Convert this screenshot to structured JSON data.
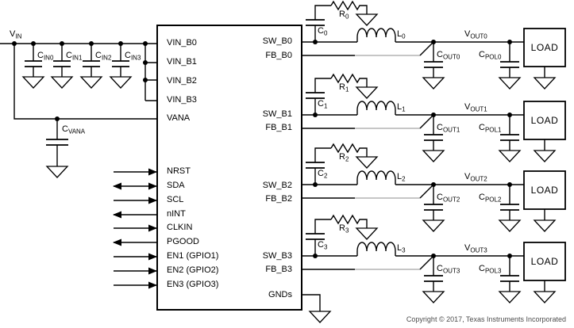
{
  "power_input": {
    "vin_label": {
      "base": "V",
      "sub": "IN"
    },
    "input_caps": [
      {
        "base": "C",
        "sub": "IN0"
      },
      {
        "base": "C",
        "sub": "IN1"
      },
      {
        "base": "C",
        "sub": "IN2"
      },
      {
        "base": "C",
        "sub": "IN3"
      }
    ],
    "vana_cap": {
      "base": "C",
      "sub": "VANA"
    }
  },
  "ic": {
    "left_pins": [
      {
        "label": "VIN_B0",
        "direction": "none"
      },
      {
        "label": "VIN_B1",
        "direction": "none"
      },
      {
        "label": "VIN_B2",
        "direction": "none"
      },
      {
        "label": "VIN_B3",
        "direction": "none"
      },
      {
        "label": "VANA",
        "direction": "none"
      },
      {
        "label": "NRST",
        "direction": "input"
      },
      {
        "label": "SDA",
        "direction": "bidirectional"
      },
      {
        "label": "SCL",
        "direction": "input"
      },
      {
        "label": "nINT",
        "direction": "output"
      },
      {
        "label": "CLKIN",
        "direction": "input"
      },
      {
        "label": "PGOOD",
        "direction": "output"
      },
      {
        "label": "EN1 (GPIO1)",
        "direction": "input"
      },
      {
        "label": "EN2 (GPIO2)",
        "direction": "input"
      },
      {
        "label": "EN3 (GPIO3)",
        "direction": "input"
      }
    ],
    "right_pins": [
      {
        "label": "SW_B0"
      },
      {
        "label": "FB_B0"
      },
      {
        "label": "SW_B1"
      },
      {
        "label": "FB_B1"
      },
      {
        "label": "SW_B2"
      },
      {
        "label": "FB_B2"
      },
      {
        "label": "SW_B3"
      },
      {
        "label": "FB_B3"
      },
      {
        "label": "GNDs"
      }
    ]
  },
  "channels": [
    {
      "snubber_r": {
        "base": "R",
        "sub": "0"
      },
      "snubber_c": {
        "base": "C",
        "sub": "0"
      },
      "inductor": {
        "base": "L",
        "sub": "0"
      },
      "vout": {
        "base": "V",
        "sub": "OUT0"
      },
      "cout": {
        "base": "C",
        "sub": "OUT0"
      },
      "cpol": {
        "base": "C",
        "sub": "POL0"
      },
      "load_label": "LOAD"
    },
    {
      "snubber_r": {
        "base": "R",
        "sub": "1"
      },
      "snubber_c": {
        "base": "C",
        "sub": "1"
      },
      "inductor": {
        "base": "L",
        "sub": "1"
      },
      "vout": {
        "base": "V",
        "sub": "OUT1"
      },
      "cout": {
        "base": "C",
        "sub": "OUT1"
      },
      "cpol": {
        "base": "C",
        "sub": "POL1"
      },
      "load_label": "LOAD"
    },
    {
      "snubber_r": {
        "base": "R",
        "sub": "2"
      },
      "snubber_c": {
        "base": "C",
        "sub": "2"
      },
      "inductor": {
        "base": "L",
        "sub": "2"
      },
      "vout": {
        "base": "V",
        "sub": "OUT2"
      },
      "cout": {
        "base": "C",
        "sub": "OUT2"
      },
      "cpol": {
        "base": "C",
        "sub": "POL2"
      },
      "load_label": "LOAD"
    },
    {
      "snubber_r": {
        "base": "R",
        "sub": "3"
      },
      "snubber_c": {
        "base": "C",
        "sub": "3"
      },
      "inductor": {
        "base": "L",
        "sub": "3"
      },
      "vout": {
        "base": "V",
        "sub": "OUT3"
      },
      "cout": {
        "base": "C",
        "sub": "OUT3"
      },
      "cpol": {
        "base": "C",
        "sub": "POL3"
      },
      "load_label": "LOAD"
    }
  ],
  "footer": {
    "copyright": "Copyright © 2017, Texas Instruments Incorporated"
  },
  "colors": {
    "wire": "#000000",
    "text": "#000000",
    "copyright_text": "#4d4d4d",
    "background": "#ffffff"
  }
}
